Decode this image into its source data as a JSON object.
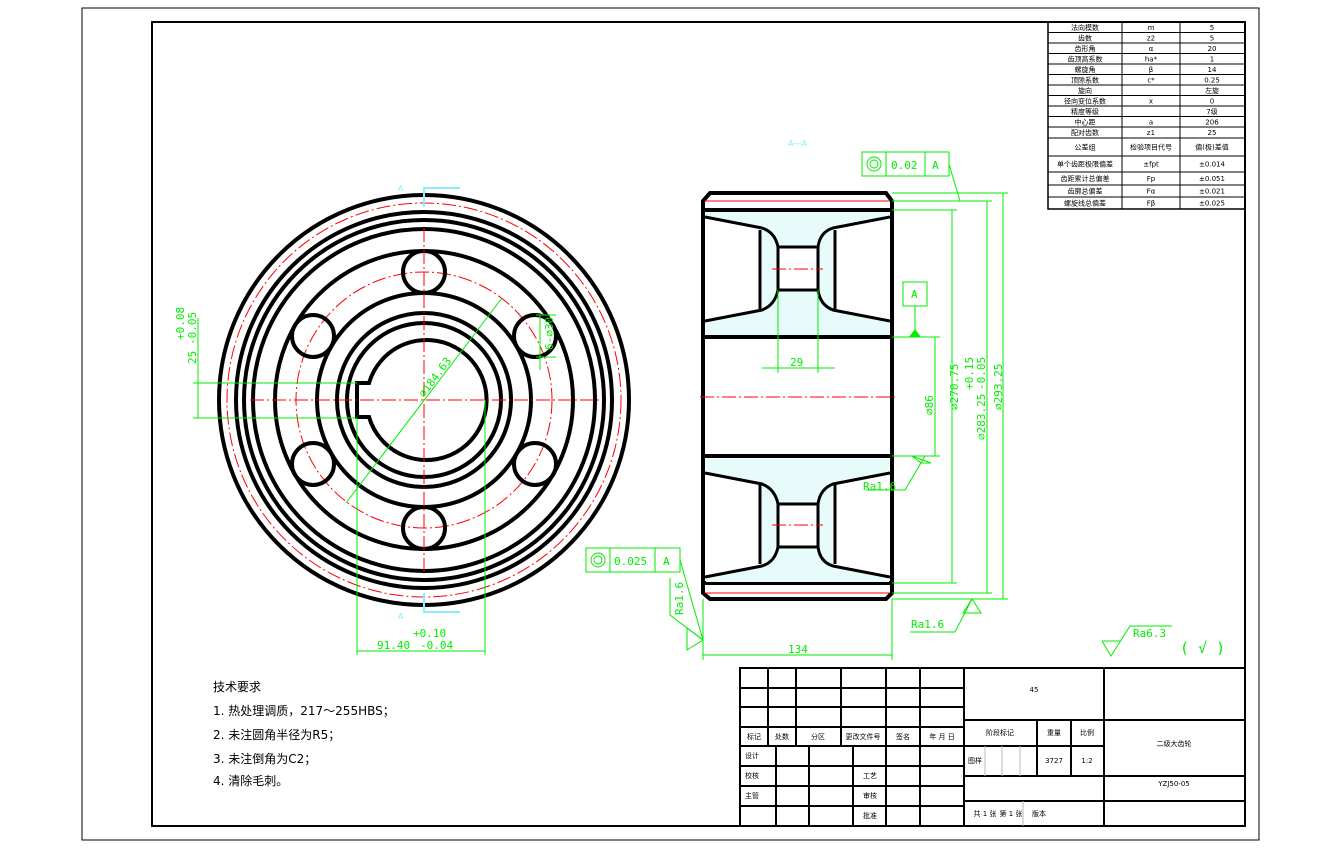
{
  "section_label": "A—A",
  "cut_label": "A",
  "datum_label": "A",
  "front_view": {
    "dims": {
      "pitch_circle": "⌀184.63",
      "hole": "6-⌀30",
      "key_width": "25",
      "key_width_tol_upper": "+0.08",
      "key_width_tol_lower": "-0.05",
      "key_depth": "91.40",
      "key_depth_tol_upper": "+0.10",
      "key_depth_tol_lower": "-0.04"
    },
    "tolerance_frame": {
      "value": "0.025",
      "datum": "A"
    }
  },
  "side_view": {
    "dims": {
      "hub_width": "29",
      "bore": "⌀86",
      "root": "⌀270.75",
      "pitch": "⌀283.25",
      "pitch_tol_upper": "+0.15",
      "pitch_tol_lower": "-0.05",
      "tip": "⌀293.25",
      "face_width": "134"
    },
    "tolerance_frame": {
      "value": "0.02",
      "datum": "A"
    },
    "roughness": [
      "Ra1.6",
      "Ra1.6",
      "Ra1.6"
    ]
  },
  "general_roughness": {
    "value": "Ra6.3",
    "note": "( √ )"
  },
  "tech_requirements": {
    "title": "技术要求",
    "items": [
      "1. 热处理调质，217～255HBS；",
      "2. 未注圆角半径为R5；",
      "3. 未注倒角为C2；",
      "4. 清除毛刺。"
    ]
  },
  "gear_table": {
    "rows": [
      [
        "法向模数",
        "m",
        "5"
      ],
      [
        "齿数",
        "z2",
        "5"
      ],
      [
        "齿形角",
        "α",
        "20"
      ],
      [
        "齿顶高系数",
        "ha*",
        "1"
      ],
      [
        "螺旋角",
        "β",
        "14"
      ],
      [
        "顶隙系数",
        "c*",
        "0.25"
      ],
      [
        "旋向",
        "",
        "左旋"
      ],
      [
        "径向变位系数",
        "x",
        "0"
      ],
      [
        "精度等级",
        "",
        "7级"
      ],
      [
        "中心距",
        "a",
        "206"
      ],
      [
        "配对齿数",
        "z1",
        "25"
      ],
      [
        "公差组",
        "检验项目代号",
        "偏(极)差值"
      ],
      [
        "单个齿距极限偏差",
        "±fpt",
        "±0.014"
      ],
      [
        "齿距累计总偏差",
        "Fp",
        "±0.051"
      ],
      [
        "齿廓总偏差",
        "Fα",
        "±0.021"
      ],
      [
        "螺旋线总偏差",
        "Fβ",
        "±0.025"
      ]
    ]
  },
  "title_block": {
    "material": "45",
    "rev_headers": [
      "标记",
      "处数",
      "分区",
      "更改文件号",
      "签名",
      "年 月 日"
    ],
    "roles": [
      "设计",
      "校核",
      "主管",
      ""
    ],
    "roles2": [
      "",
      "工艺",
      "审核",
      "批准"
    ],
    "stage_mark": "阶段标记",
    "weight_label": "重量",
    "scale_label": "比例",
    "stage_value": "图样",
    "weight": "3727",
    "scale": "1:2",
    "part_name": "二级大齿轮",
    "drawing_no": "YZJ50-05",
    "sheets": "共 1 张",
    "sheet": "第 1 张",
    "version": "版本"
  }
}
